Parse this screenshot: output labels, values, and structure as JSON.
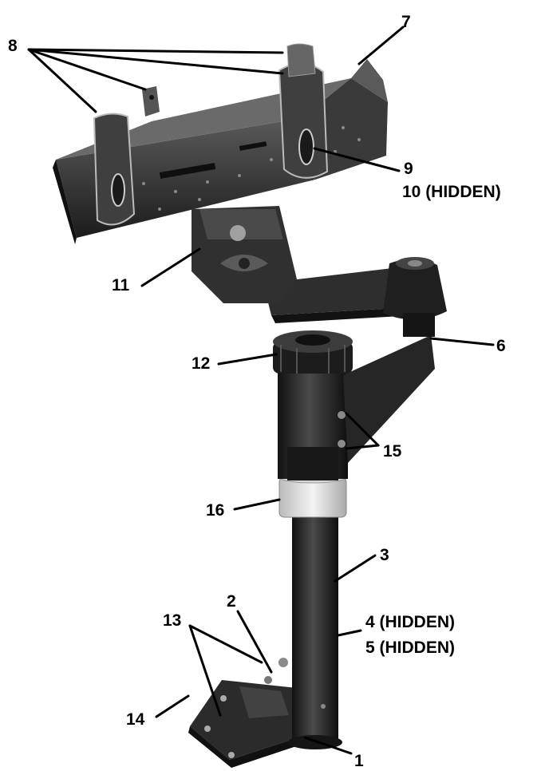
{
  "callouts": {
    "c1": "1",
    "c2": "2",
    "c3": "3",
    "c4": "4 (HIDDEN)",
    "c5": "5 (HIDDEN)",
    "c6": "6",
    "c7": "7",
    "c8": "8",
    "c9": "9",
    "c10": "10 (HIDDEN)",
    "c11": "11",
    "c12": "12",
    "c13": "13",
    "c14": "14",
    "c15": "15",
    "c16": "16"
  },
  "colors": {
    "ink": "#000000",
    "metal_dark": "#1e1e1e",
    "metal_mid": "#3a3a3a",
    "metal_light": "#6a6a6a",
    "collar": "#e8e8e8",
    "background": "#ffffff"
  }
}
